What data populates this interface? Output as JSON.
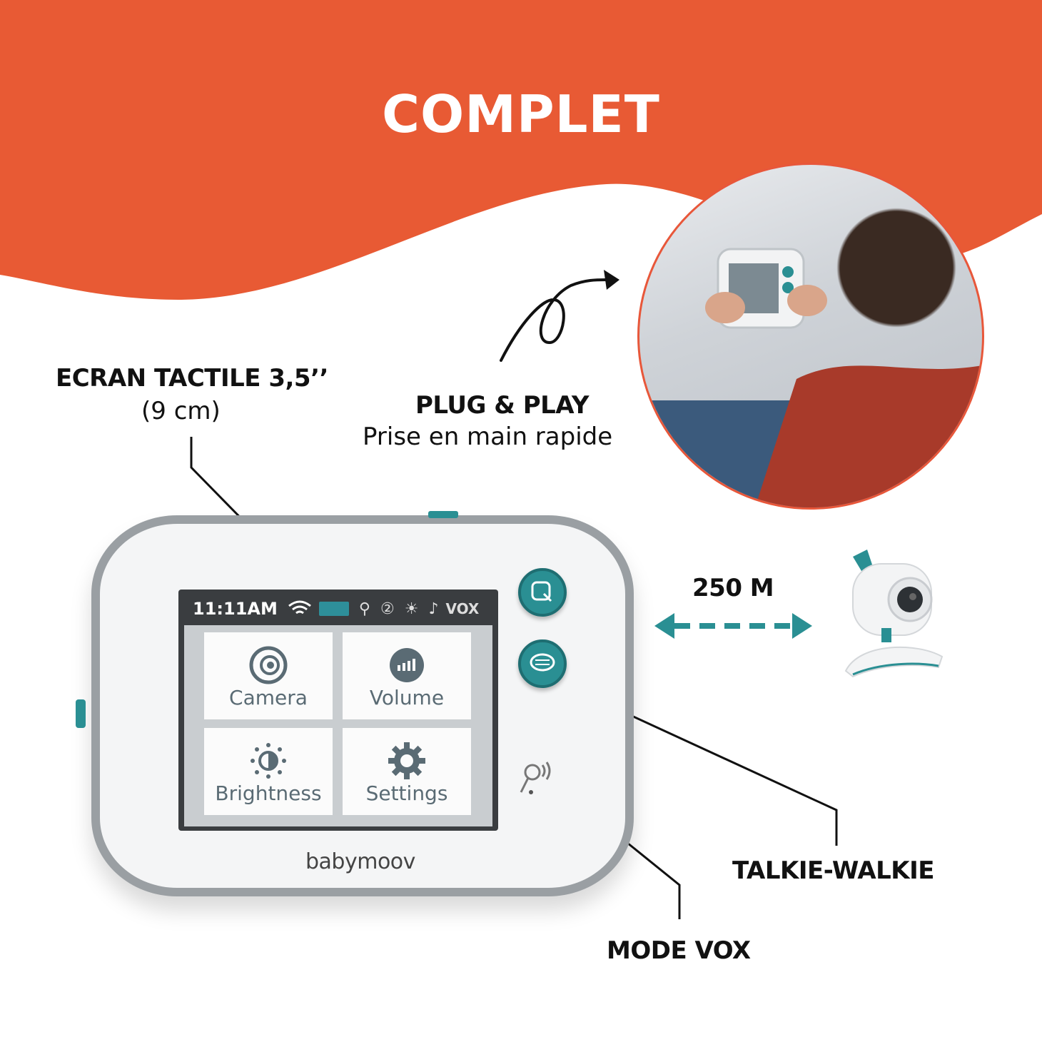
{
  "header": {
    "title": "COMPLET"
  },
  "labels": {
    "screen_title": "ECRAN TACTILE 3,5’’",
    "screen_sub": "(9 cm)",
    "plug_title": "PLUG & PLAY",
    "plug_sub": "Prise en main rapide",
    "range": "250 M",
    "talkie": "TALKIE-WALKIE",
    "vox": "MODE VOX"
  },
  "device": {
    "status_time": "11:11AM",
    "status_vox": "VOX",
    "tiles": [
      {
        "label": "Camera",
        "icon": "camera-icon"
      },
      {
        "label": "Volume",
        "icon": "volume-icon"
      },
      {
        "label": "Brightness",
        "icon": "brightness-icon"
      },
      {
        "label": "Settings",
        "icon": "settings-gear-icon"
      }
    ],
    "brand": "babymoov"
  },
  "colors": {
    "accent": "#e85a34",
    "teal": "#2a8f93"
  }
}
